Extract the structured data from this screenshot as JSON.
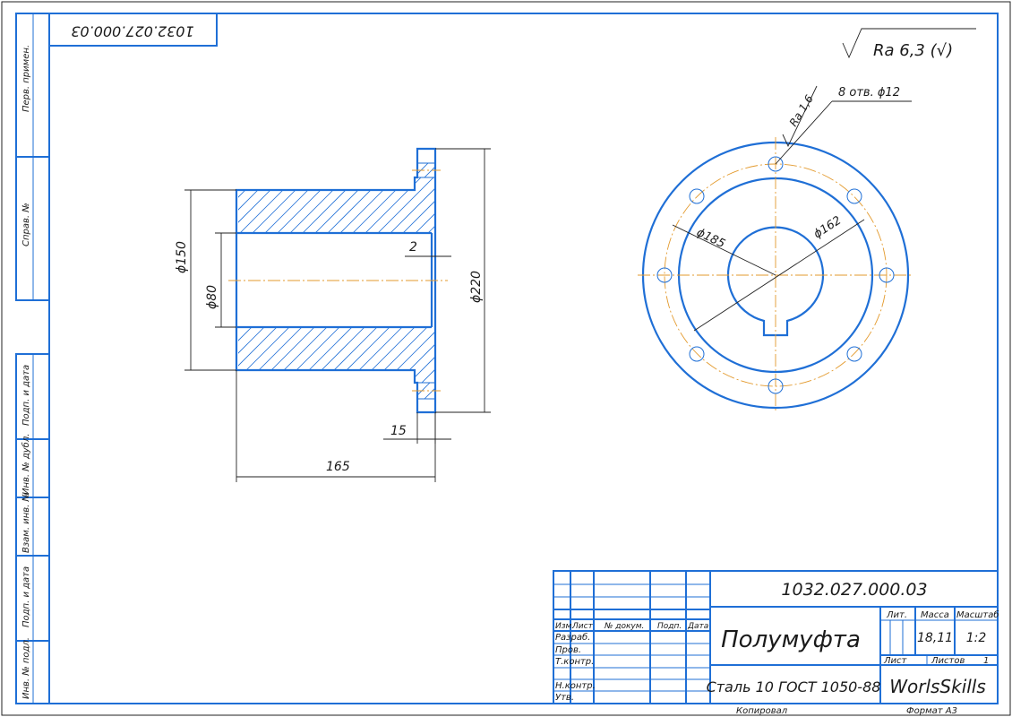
{
  "sheet": {
    "top_code_mirrored": "1032.027.000.03",
    "side_labels": [
      "Перв. примен.",
      "Справ. №",
      "Подп. и дата",
      "Инв. № дубл.",
      "Взам. инв. №",
      "Подп. и дата",
      "Инв. № подл."
    ],
    "roughness": "Ra 6,3 (√)",
    "bottom_left": "Копировал",
    "bottom_right": "Формат   A3"
  },
  "drawing": {
    "dim_150": "ϕ150",
    "dim_80": "ϕ80",
    "dim_220": "ϕ220",
    "dim_2": "2",
    "dim_15": "15",
    "dim_165": "165",
    "dim_185": "ϕ185",
    "dim_162": "ϕ162",
    "holes_note": "8 отв. ϕ12",
    "hole_roughness": "Ra 1,6"
  },
  "title_block": {
    "designation": "1032.027.000.03",
    "name": "Полумуфта",
    "material": "Сталь 10  ГОСТ 1050-88",
    "org": "WorlsSkills",
    "head_izm": "Изм.",
    "head_list": "Лист",
    "head_doc": "№ докум.",
    "head_podp": "Подп.",
    "head_data": "Дата",
    "row_razrab": "Разраб.",
    "row_prov": "Пров.",
    "row_tkontr": "Т.контр.",
    "row_nkontr": "Н.контр.",
    "row_utv": "Утв.",
    "lit_label": "Лит.",
    "mass_label": "Масса",
    "scale_label": "Масштаб",
    "mass": "18,11",
    "scale": "1:2",
    "sheet_label": "Лист",
    "sheets_label": "Листов",
    "sheets": "1"
  }
}
